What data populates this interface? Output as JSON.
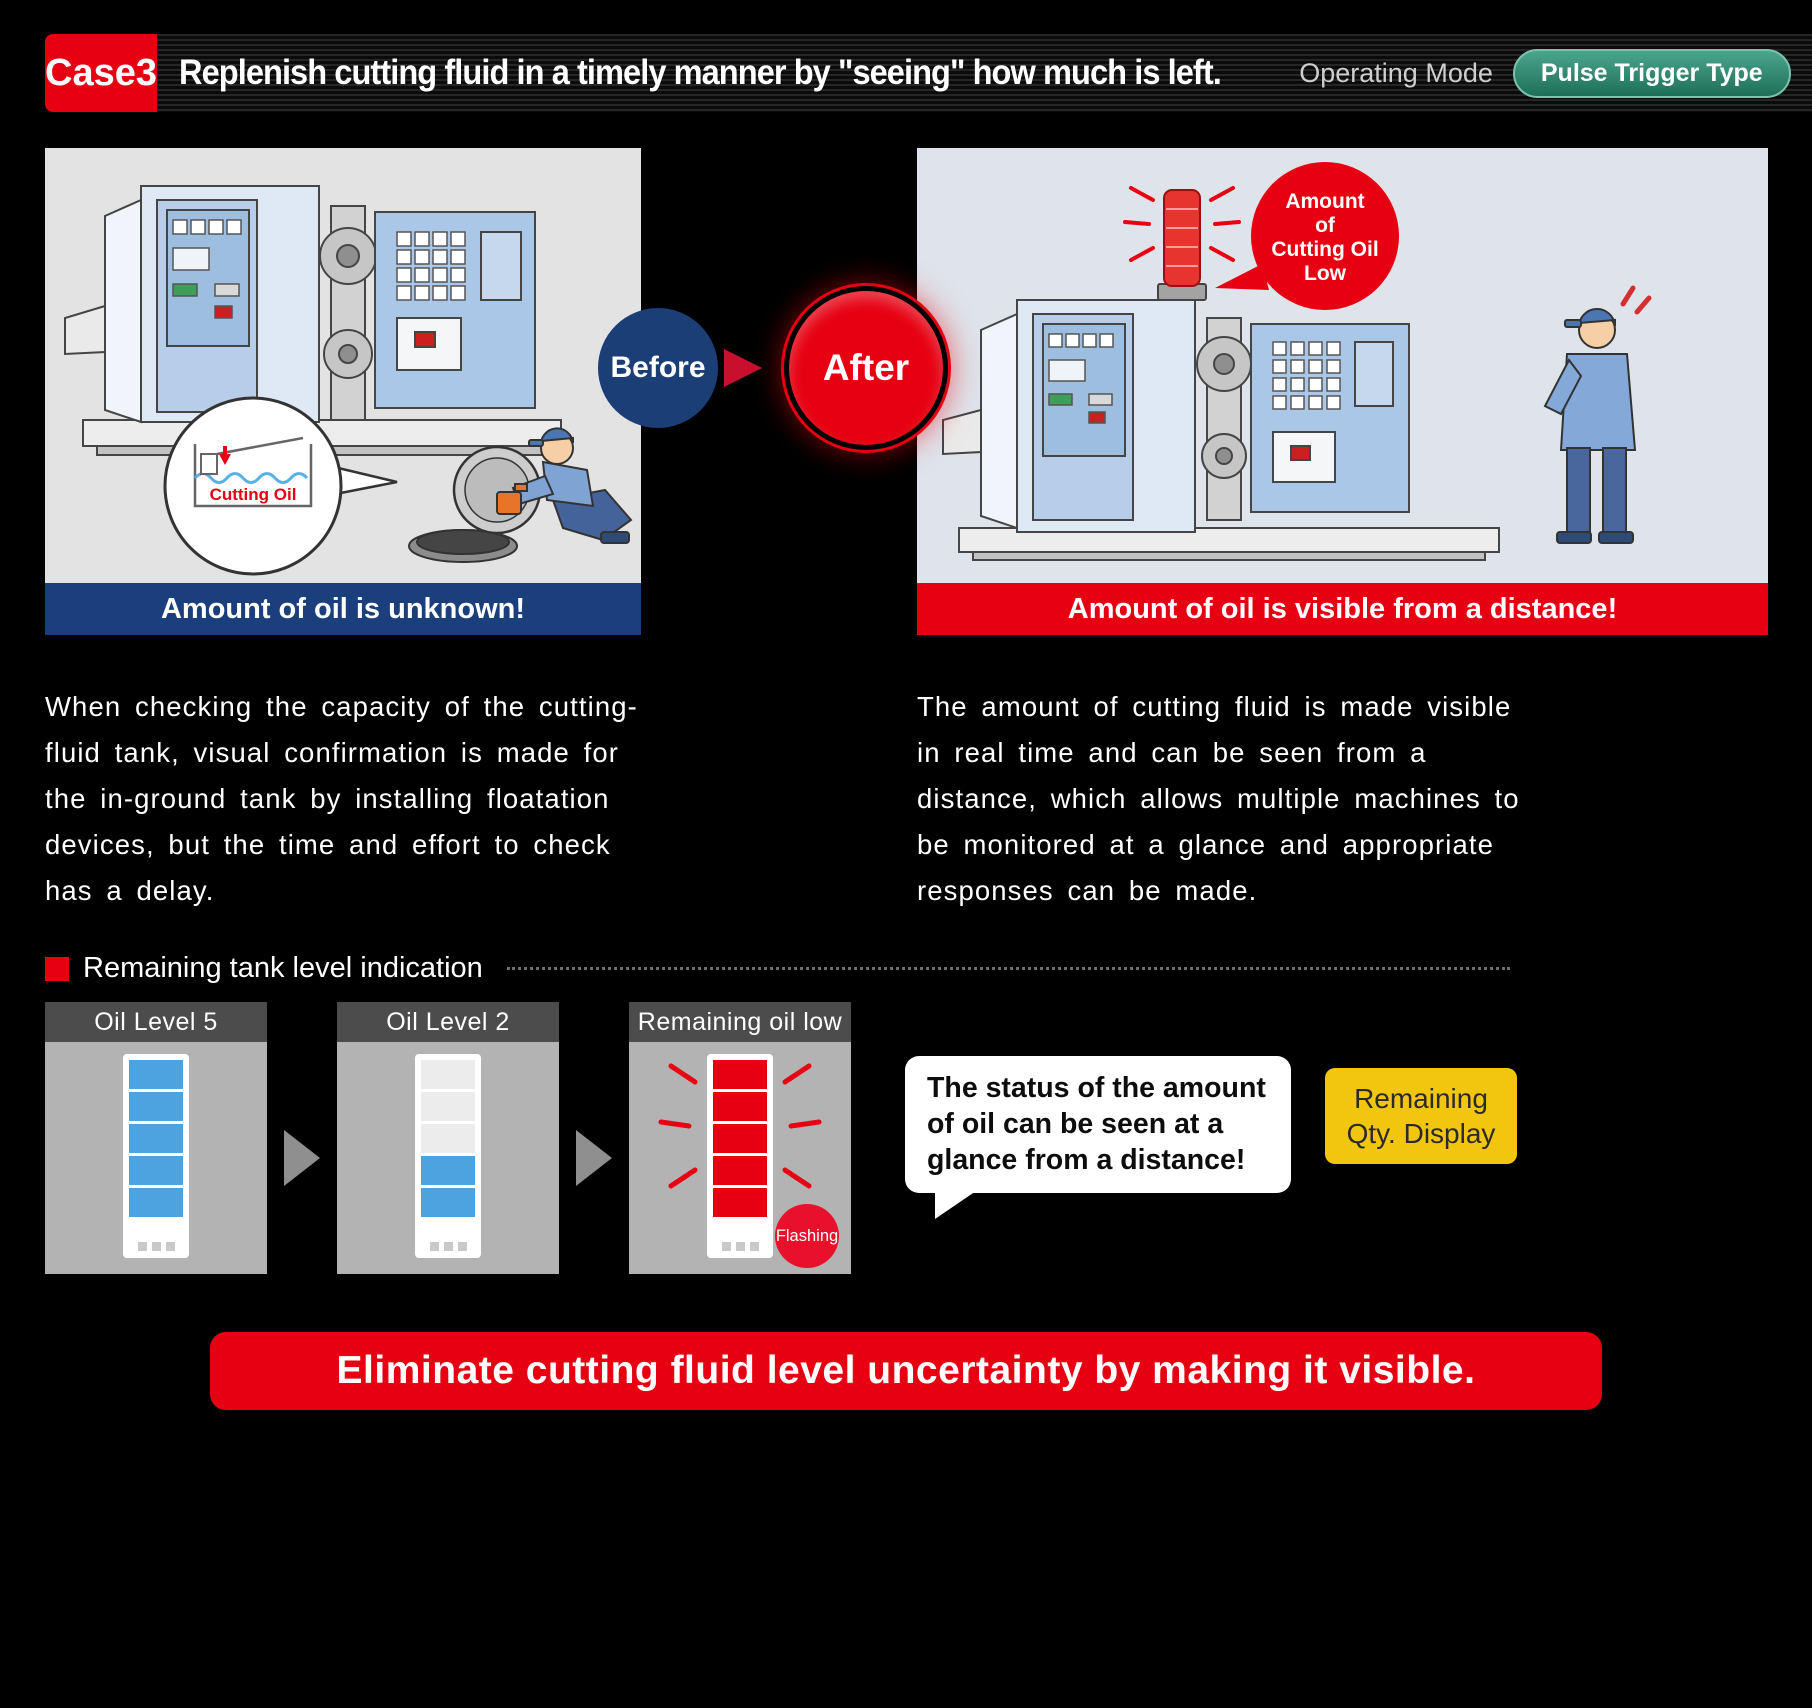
{
  "header": {
    "case_label": "Case3",
    "title": "Replenish cutting fluid in a timely manner by \"seeing\" how much is left.",
    "operating_mode_label": "Operating Mode",
    "mode_badge": "Pulse Trigger Type",
    "case_bg": "#e60012",
    "badge_color": "#2e8b72"
  },
  "transition": {
    "before_label": "Before",
    "after_label": "After",
    "before_color": "#1c3e76",
    "after_color": "#e60012"
  },
  "before_panel": {
    "caption": "Amount of oil is unknown!",
    "caption_bg": "#1b3f7d",
    "bubble_label": "Cutting Oil",
    "description": "When checking the capacity of the cutting-fluid tank, visual confirmation is made for the in-ground tank by installing floatation devices, but the time and effort to check has a delay."
  },
  "after_panel": {
    "caption": "Amount of oil is visible from a distance!",
    "caption_bg": "#e60012",
    "bubble_lines": [
      "Amount",
      "of",
      "Cutting Oil",
      "Low"
    ],
    "description": "The amount of cutting fluid is made visible in real time and can be seen from a distance, which allows multiple machines to be monitored at a glance and appropriate responses can be made."
  },
  "indication_section": {
    "title": "Remaining tank level indication",
    "bullet_color": "#e60012",
    "panels": [
      {
        "label": "Oil Level 5",
        "lit_segments": 5,
        "segment_color": "#4da3e0",
        "state": "steady"
      },
      {
        "label": "Oil Level 2",
        "lit_segments": 2,
        "segment_color": "#4da3e0",
        "state": "steady"
      },
      {
        "label": "Remaining oil low",
        "lit_segments": 5,
        "segment_color": "#e60012",
        "state": "flashing",
        "flashing_label": "Flashing"
      }
    ],
    "speech_bubble": "The status of the amount of oil can be seen at a glance from a distance!",
    "badge_line1": "Remaining",
    "badge_line2": "Qty. Display",
    "badge_color": "#f2c50f"
  },
  "footer": {
    "message": "Eliminate cutting fluid level uncertainty by making it visible.",
    "bg_color": "#e60012"
  }
}
